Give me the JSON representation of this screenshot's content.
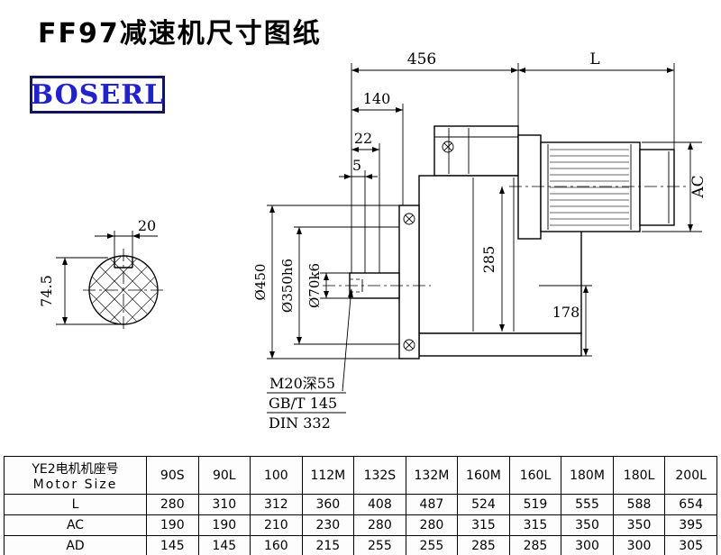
{
  "page": {
    "title": "FF97减速机尺寸图纸",
    "logo_text": "BOSERL"
  },
  "drawing": {
    "dims": {
      "top_width": "456",
      "motor_length": "L",
      "d140": "140",
      "d22": "22",
      "d5": "5",
      "motor_diameter": "AC",
      "d285": "285",
      "d178": "178",
      "key_width": "20",
      "key_height": "74.5",
      "flange_diameter": "Ø450",
      "spigot_diameter": "Ø350h6",
      "shaft_diameter": "Ø70k6"
    },
    "notes": {
      "tap_hole": "M20深55",
      "standard_gb": "GB/T 145",
      "standard_din": "DIN 332"
    }
  },
  "table": {
    "row_header_line1": "YE2电机机座号",
    "row_header_line2": "Motor Size",
    "columns": [
      "90S",
      "90L",
      "100",
      "112M",
      "132S",
      "132M",
      "160M",
      "160L",
      "180M",
      "180L",
      "200L"
    ],
    "rows": [
      {
        "label": "L",
        "values": [
          "280",
          "310",
          "312",
          "360",
          "408",
          "487",
          "524",
          "519",
          "555",
          "588",
          "654"
        ]
      },
      {
        "label": "AC",
        "values": [
          "190",
          "190",
          "210",
          "230",
          "280",
          "280",
          "315",
          "315",
          "350",
          "350",
          "395"
        ]
      },
      {
        "label": "AD",
        "values": [
          "145",
          "145",
          "160",
          "215",
          "255",
          "255",
          "285",
          "285",
          "300",
          "300",
          "305"
        ]
      }
    ]
  }
}
